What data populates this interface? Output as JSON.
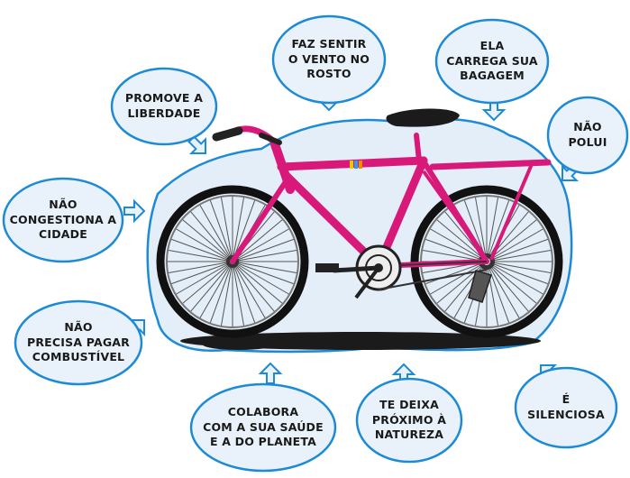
{
  "colors": {
    "frame": "#d8197a",
    "frame_dark": "#a80f5c",
    "bubble_fill": "#e9f2fa",
    "bubble_border": "#1d8ad6",
    "tire": "#111111",
    "spoke": "#555555",
    "halo": "#e3eef8",
    "shadow": "#1b1b1b"
  },
  "bubbles": [
    {
      "id": "faz-sentir",
      "text": "FAZ SENTIR\nO VENTO NO\nROSTO",
      "icon": "down-arrow"
    },
    {
      "id": "ela-carrega",
      "text": "ELA\nCARREGA SUA\nBAGAGEM",
      "icon": "down-arrow"
    },
    {
      "id": "promove",
      "text": "PROMOVE A\nLIBERDADE",
      "icon": "arrow-down-right"
    },
    {
      "id": "nao-polui",
      "text": "NÃO\nPOLUI",
      "icon": "arrow-down-left"
    },
    {
      "id": "nao-congestiona",
      "text": "NÃO\nCONGESTIONA A\nCIDADE",
      "icon": "right-arrow"
    },
    {
      "id": "nao-precisa",
      "text": "NÃO\nPRECISA PAGAR\nCOMBUSTÍVEL",
      "icon": "arrow-up-right"
    },
    {
      "id": "colabora",
      "text": "COLABORA\nCOM A SUA SAÚDE\nE A DO PLANETA",
      "icon": "up-arrow"
    },
    {
      "id": "te-deixa",
      "text": "TE DEIXA\nPRÓXIMO À\nNATUREZA",
      "icon": "up-arrow"
    },
    {
      "id": "silenciosa",
      "text": "É\nSILENCIOSA",
      "icon": "arrow-up-left"
    }
  ]
}
